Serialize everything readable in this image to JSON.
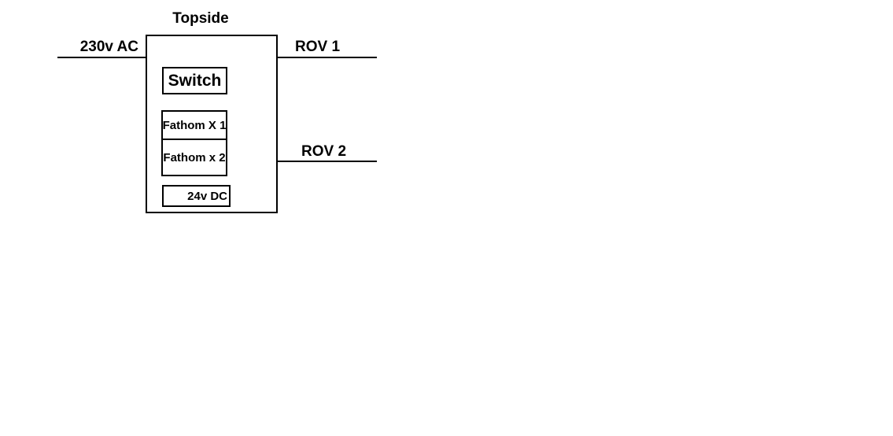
{
  "colors": {
    "background": "#ffffff",
    "line": "#000000",
    "text": "#000000"
  },
  "diagram": {
    "title": "Topside",
    "input": {
      "label": "230v AC"
    },
    "outputs": [
      {
        "label": "ROV 1"
      },
      {
        "label": "ROV 2"
      }
    ],
    "blocks": [
      {
        "label": "Switch"
      },
      {
        "label": "Fathom X 1"
      },
      {
        "label": "Fathom x 2"
      },
      {
        "label": "24v DC"
      }
    ]
  }
}
